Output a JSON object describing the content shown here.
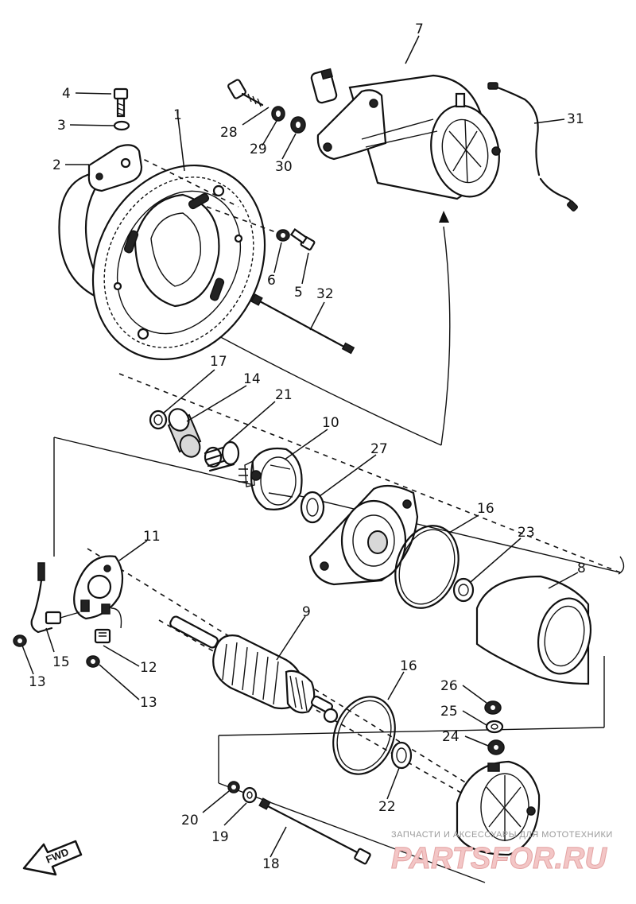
{
  "callouts": {
    "c1": "1",
    "c2": "2",
    "c3": "3",
    "c4": "4",
    "c5": "5",
    "c6": "6",
    "c7": "7",
    "c8": "8",
    "c9": "9",
    "c10": "10",
    "c11": "11",
    "c12": "12",
    "c13a": "13",
    "c13b": "13",
    "c14": "14",
    "c15": "15",
    "c16a": "16",
    "c16b": "16",
    "c17": "17",
    "c18": "18",
    "c19": "19",
    "c20": "20",
    "c21": "21",
    "c22": "22",
    "c23": "23",
    "c24": "24",
    "c25": "25",
    "c26": "26",
    "c27": "27",
    "c28": "28",
    "c29": "29",
    "c30": "30",
    "c31": "31",
    "c32": "32"
  },
  "forward_marker": "FWD",
  "watermark": {
    "tagline": "ЗАПЧАСТИ И АКСЕССУАРЫ ДЛЯ МОТОТЕХНИКИ",
    "brand": "PARTSFOR.RU"
  }
}
